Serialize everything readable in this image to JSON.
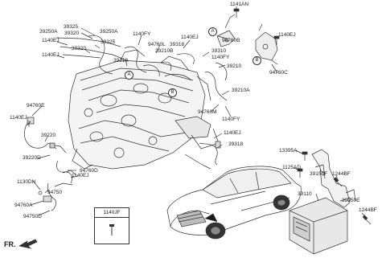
{
  "labels": {
    "p1141AN": "1141AN",
    "p39325_a": "39325",
    "p39250A_a": "39250A",
    "p39320_a": "39320",
    "p39250A_b": "39250A",
    "p1140EJ_a": "1140EJ",
    "p39325_b": "39325",
    "p39320_b": "39320",
    "p1140EJ_b": "1140EJ",
    "p1140FY_a": "1140FY",
    "p94760L": "94760L",
    "p39210B": "39210B",
    "p39318_a": "39318",
    "p1140EJ_c": "1140EJ",
    "p39310": "39310",
    "p1140FY_b": "1140FY",
    "p94760B": "94760B",
    "p1140EJ_d": "1140EJ",
    "p39210_a": "39210",
    "p39210_b": "39210",
    "p94760C": "94760C",
    "p39210A": "39210A",
    "p94760E": "94760E",
    "p1140EJ_e": "1140EJ",
    "p94760M": "94760M",
    "p1140FY_c": "1140FY",
    "p39220": "39220",
    "p1140EJ_f": "1140EJ",
    "p39318_b": "39318",
    "p39220D": "39220D",
    "p13395A": "13395A",
    "p1125AD": "1125AD",
    "p39150F": "39150F",
    "p1244BF_a": "1244BF",
    "p94760D": "94760D",
    "p1140EJ_g": "1140EJ",
    "p1130DN": "1130DN",
    "p94750": "94750",
    "p94760A": "94760A",
    "p94750D": "94750D",
    "p39110": "39110",
    "p39150E": "39150E",
    "p1244BF_b": "1244BF",
    "fr": "FR."
  },
  "callouts": {
    "a1": "A",
    "a2": "A",
    "b1": "B",
    "b2": "B"
  },
  "legend_box": {
    "part": "1140JF"
  },
  "colors": {
    "line": "#333333",
    "fill": "#ffffff",
    "shade": "#d9d9d9",
    "dark": "#1a1a1a"
  }
}
